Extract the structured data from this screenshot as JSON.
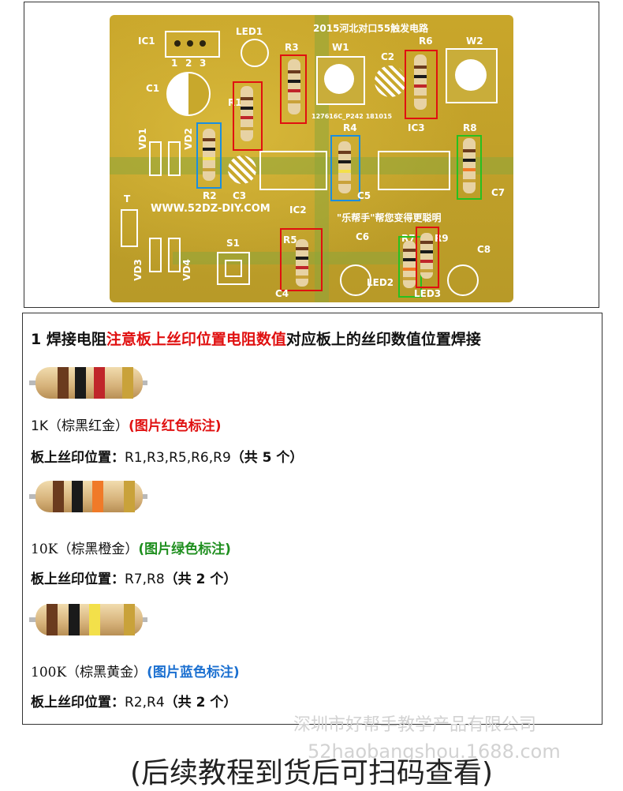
{
  "pcb": {
    "title": "2015河北对口55触发电路",
    "website": "WWW.52DZ-DIY.COM",
    "slogan": "\"乐帮手\"帮您变得更聪明",
    "part_number": "127616C_P242  181015",
    "labels": [
      "IC1",
      "LED1",
      "R3",
      "W1",
      "C2",
      "R6",
      "W2",
      "C1",
      "R1",
      "VD1",
      "VD2",
      "R2",
      "C3",
      "R4",
      "IC3",
      "R8",
      "C5",
      "C7",
      "T",
      "IC2",
      "S1",
      "R5",
      "C6",
      "R7",
      "R9",
      "C8",
      "VD3",
      "VD4",
      "C4",
      "LED2",
      "LED3",
      "1",
      "2",
      "3"
    ]
  },
  "section": {
    "heading_prefix": "1 焊接电阻",
    "heading_red": "注意板上丝印位置电阻数值",
    "heading_suffix": "对应板上的丝印数值位置焊接"
  },
  "resistors": [
    {
      "value_text": "1K（棕黑红金）",
      "note": "(图片红色标注)",
      "pos_label": "板上丝印位置：",
      "pos_values": "R1,R3,R5,R6,R9",
      "count": "（共 5 个）",
      "bands": [
        "#6b3b1e",
        "#1a1a1a",
        "#c0262a",
        "#c9a23a"
      ]
    },
    {
      "value_text": "10K（棕黑橙金）",
      "note": "(图片绿色标注)",
      "pos_label": "板上丝印位置：",
      "pos_values": "R7,R8",
      "count": "（共 2 个）",
      "bands": [
        "#6b3b1e",
        "#1a1a1a",
        "#f07a28",
        "#c9a23a"
      ]
    },
    {
      "value_text": "100K（棕黑黄金）",
      "note": "(图片蓝色标注)",
      "pos_label": "板上丝印位置：",
      "pos_values": "R2,R4",
      "count": "（共 2 个）",
      "bands": [
        "#6b3b1e",
        "#1a1a1a",
        "#f3e04a",
        "#c9a23a"
      ]
    }
  ],
  "watermark": {
    "line1": "深圳市好帮手教学产品有限公司",
    "line2": "52haobangshou.1688.com"
  },
  "footer": "(后续教程到货后可扫码查看)",
  "colors": {
    "red_note": "#e01010",
    "green_note": "#1f8f1f",
    "blue_note": "#1a6fd0",
    "pcb": "#c8a82c"
  }
}
